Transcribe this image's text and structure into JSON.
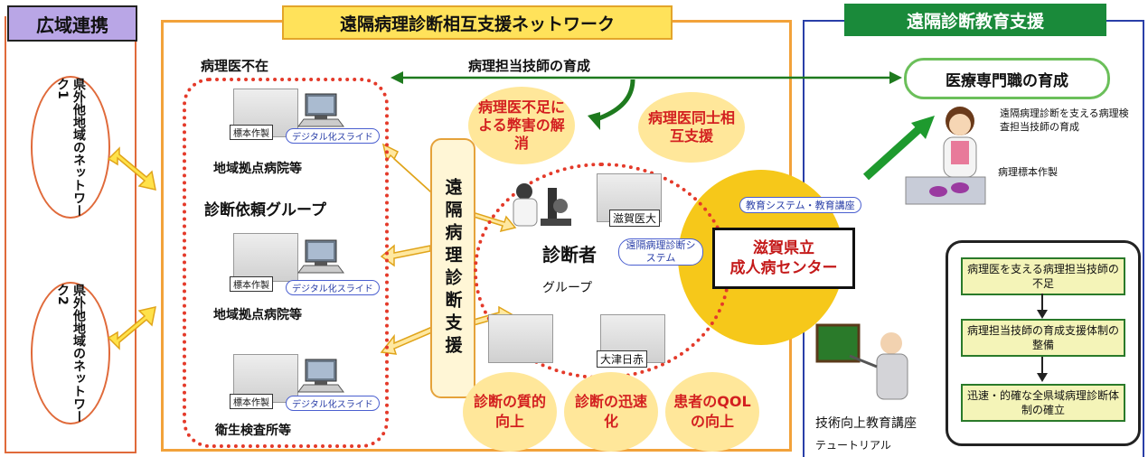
{
  "headers": {
    "regional": "広域連携",
    "network": "遠隔病理診断相互支援ネットワーク",
    "education": "遠隔診断教育支援"
  },
  "left_panel": {
    "network1": "県外他地域のネットワーク1",
    "network2": "県外他地域のネットワーク2"
  },
  "group": {
    "no_pathologist": "病理医不在",
    "requester_group": "診断依頼グループ",
    "hospital1": "地域拠点病院等",
    "hospital2": "地域拠点病院等",
    "lab": "衛生検査所等",
    "specimen": "標本作製",
    "digital_slide": "デジタル化スライド"
  },
  "middle": {
    "training": "病理担当技師の育成",
    "support_vertical": "遠隔病理診断支援",
    "shortage": "病理医不足による弊害の解消",
    "mutual": "病理医同士相互支援",
    "diagnoser": "診断者",
    "group": "グループ",
    "shiga_univ": "滋賀医大",
    "otsu": "大津日赤",
    "remote_system": "遠隔病理診断システム",
    "quality": "診断の質的向上",
    "speed": "診断の迅速化",
    "qol": "患者のQOLの向上"
  },
  "center": {
    "line1": "滋賀県立",
    "line2": "成人病センター",
    "edu_system": "教育システム・教育講座"
  },
  "right": {
    "medical_training": "医療専門職の育成",
    "support_desc": "遠隔病理診断を支える病理検査担当技師の育成",
    "specimen_label": "病理標本作製",
    "lecture": "技術向上教育講座",
    "tutorial": "テュートリアル",
    "flow": [
      "病理医を支える病理担当技師の不足",
      "病理担当技師の育成支援体制の整備",
      "迅速・的確な全県域病理診断体制の確立"
    ]
  },
  "colors": {
    "orange_border": "#f2a23a",
    "red_text": "#d32020",
    "green_header": "#1a8a3a",
    "purple_header": "#b9a6e6",
    "yellow_header": "#ffe25a",
    "sun": "#f6c81a"
  }
}
